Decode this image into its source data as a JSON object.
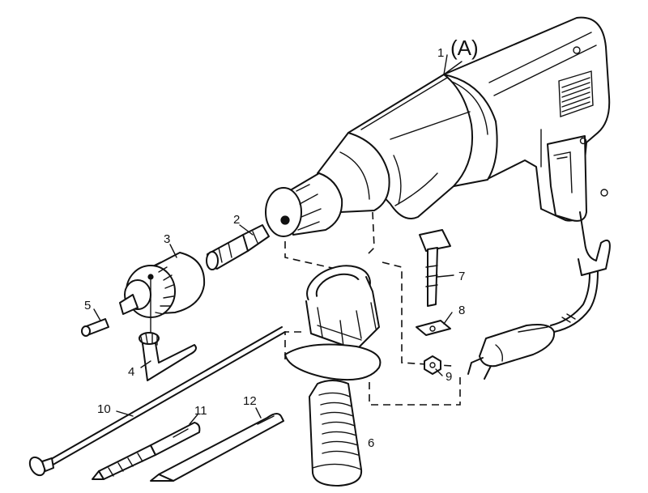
{
  "callouts": {
    "a": "(A)",
    "p1": "1",
    "p2": "2",
    "p3": "3",
    "p4": "4",
    "p5": "5",
    "p6": "6",
    "p7": "7",
    "p8": "8",
    "p9": "9",
    "p10": "10",
    "p11": "11",
    "p12": "12"
  }
}
